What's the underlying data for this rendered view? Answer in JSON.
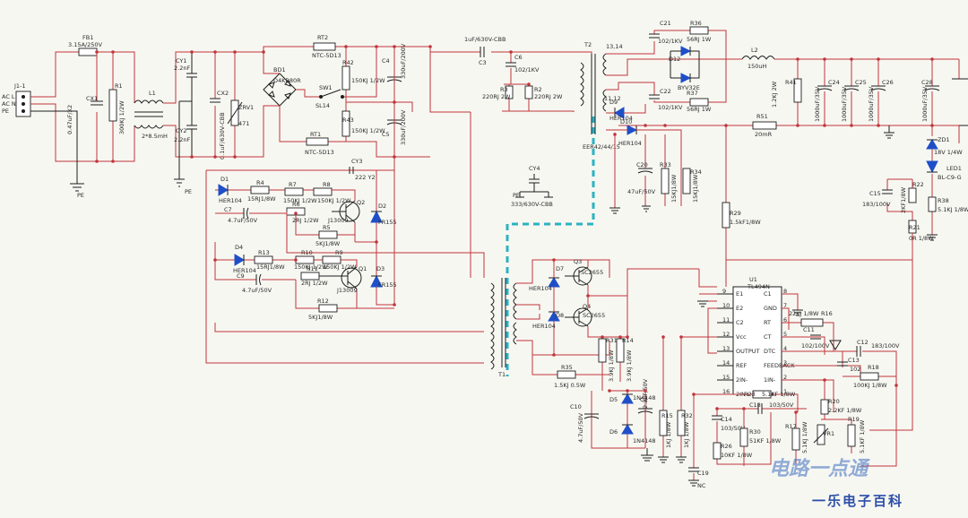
{
  "labels": {
    "j1": "J1-1",
    "ac_l": "AC L",
    "ac_n": "AC N",
    "pe_conn": "PE",
    "fb1": "FB1",
    "fb1_val": "3.15A/250V",
    "cx1": "CX1",
    "cx1_val": "0.47uF/X2",
    "r1": "R1",
    "r1_val": "300KJ 1/2W",
    "l1": "L1",
    "l1_val": "2*8.5mH",
    "cy1": "CY1",
    "cy1_val": "2.2nF",
    "cy2": "CY2",
    "cy2_val": "2.2nF",
    "cx2": "CX2",
    "cx2_val": "0.1uF/630V-CBB",
    "zrv1": "ZRV1",
    "zrv1_val": "471",
    "bd1": "BD1",
    "bd1_val": "D4KB80R",
    "rt2": "RT2",
    "rt2_val": "NTC-5D13",
    "rt1": "RT1",
    "rt1_val": "NTC-5D13",
    "r42": "R42",
    "r42_val": "150KJ 1/2W",
    "r43": "R43",
    "r43_val": "150KJ 1/2W",
    "sw1": "SW1",
    "sw1_val": "SL14",
    "c4": "C4",
    "c4_val": "330uF/200V",
    "c5": "C5",
    "c5_val": "330uF/200V",
    "pe1": "PE",
    "pe2": "PE",
    "c3": "C3",
    "c3_val": "1uF/630V-CBB",
    "c6": "C6",
    "c6_val": "102/1KV",
    "r3": "R3",
    "r3_val": "220RJ 2W",
    "r2": "R2",
    "r2_val": "220RJ 2W",
    "t2": "T2",
    "pin_13_14": "13,14",
    "pin_11_12": "11,12",
    "c21": "C21",
    "c21_val": "102/1KV",
    "r36": "R36",
    "r36_val": "56RJ 1W",
    "d12": "D12",
    "d12_val": "BYV32E",
    "c22": "C22",
    "c22_val": "102/1KV",
    "r37": "R37",
    "r37_val": "56RJ 1W",
    "l2": "L2",
    "l2_val": "150uH",
    "r41": "R41",
    "r41_val": "1.2KJ 2W",
    "c24": "C24",
    "c25": "C25",
    "c26": "C26",
    "c28": "C28",
    "c_bank_val": "1000uF/35V",
    "r51": "R51",
    "r51_val": "20mR",
    "d9": "D9",
    "d9_val": "HER104",
    "d10": "D10",
    "d10_val": "HER104",
    "eer": "EER42/44/15",
    "c20": "C20",
    "c20_val": "47uF/50V",
    "r33": "R33",
    "r33_val": "15KJ1/8W",
    "r34": "R34",
    "r34_val": "15KJ1/8W",
    "zd1": "ZD1",
    "zd1_val": "18V 1/4W",
    "led1": "LED1",
    "led1_val": "BL-C9-G",
    "c15": "C15",
    "c15_val": "183/100V",
    "r22": "R22",
    "r22_val": "2KF1/8W",
    "r38": "R38",
    "r38_val": "5.1KJ 1/8W",
    "r21": "R21",
    "r21_val": "0R 1/8W",
    "r29": "R29",
    "r29_val": "1.5kF1/8W",
    "cy4": "CY4",
    "cy4_val": "333/630V-CBB",
    "pe3": "PE",
    "cy3": "CY3",
    "cy3_val": "222 Y2",
    "d1": "D1",
    "d1_val": "HER104",
    "r4": "R4",
    "r4_val": "15RJ1/8W",
    "c7": "C7",
    "c7_val": "4.7uF/50V",
    "r7": "R7",
    "r7_val": "150KJ 1/2W",
    "r8": "R8",
    "r8_val": "150KJ 1/2W",
    "r6": "R6",
    "r6_val": "2RJ 1/2W",
    "q2": "Q2",
    "q2_val": "J13009",
    "d2": "D2",
    "d2_val": "FR155",
    "r5": "R5",
    "r5_val": "5KJ1/8W",
    "d4": "D4",
    "d4_val": "HER104",
    "r13": "R13",
    "r13_val": "15RJ1/8W",
    "c9": "C9",
    "c9_val": "4.7uF/50V",
    "r10": "R10",
    "r10_val": "150KJ 1/2W",
    "r9": "R9",
    "r9_val": "150KJ 1/2W",
    "r11": "R11",
    "r11_val": "2RJ 1/2W",
    "q1": "Q1",
    "q1_val": "J13009",
    "d3": "D3",
    "d3_val": "FR155",
    "r12": "R12",
    "r12_val": "5KJ1/8W",
    "t1": "T1",
    "q3": "Q3",
    "q3_val": "SC2655",
    "q4": "Q4",
    "q4_val": "SC2655",
    "d7": "D7",
    "d7_val": "HER104",
    "d8": "D8",
    "d8_val": "HER104",
    "r31": "R31",
    "r31_val": "3.9KJ 1/8W",
    "r14": "R14",
    "r14_val": "3.9KJ 1/8W",
    "r35": "R35",
    "r35_val": "1.5KJ 0.5W",
    "c10": "C10",
    "c10_val": "4.7uF/50V",
    "d5": "D5",
    "d5_val": "1N4148",
    "d6": "D6",
    "d6_val": "1N4148",
    "c2": "C2",
    "c2_val": "2.2uF/50V",
    "r15": "R15",
    "r15_val": "1KJ 1/8W",
    "r32": "R32",
    "r32_val": "1KJ 1/8W",
    "u1": "U1",
    "u1_val": "TL494N",
    "u1_pins_left": [
      "E1",
      "E2",
      "C2",
      "Vcc",
      "OUTPUT",
      "REF",
      "2IN-",
      "2IN+"
    ],
    "u1_pins_right": [
      "C1",
      "GND",
      "RT",
      "CT",
      "DTC",
      "FEEDBACK",
      "1IN-",
      "1IN+"
    ],
    "u1_num_left": [
      "9",
      "10",
      "11",
      "12",
      "13",
      "14",
      "15",
      "16"
    ],
    "u1_num_right": [
      "8",
      "7",
      "6",
      "5",
      "4",
      "3",
      "2",
      "1"
    ],
    "r16": "R16",
    "r16_val": "22KJ 1/8W",
    "c11": "C11",
    "c11_val": "102/100V",
    "c12": "C12",
    "c12_val": "183/100V",
    "c13": "C13",
    "c13_val": "102",
    "r18": "R18",
    "r18_val": "100KJ 1/8W",
    "r23": "R23",
    "r23_val": "5.1KF 1/8W",
    "c18": "C18",
    "c18_val": "103/50V",
    "c14": "C14",
    "c14_val": "103/50V",
    "r30": "R30",
    "r30_val": "51KF 1/8W",
    "r26": "R26",
    "r26_val": "10KF 1/8W",
    "r17": "R17",
    "r17_val": "5.1KJ 1/8W",
    "r20": "R20",
    "r20_val": "2.2KF 1/8W",
    "r19": "R19",
    "r19_val": "5.1KF 1/8W",
    "vr1": "VR1",
    "c19": "C19",
    "c19_val": "NC",
    "brand": "一乐电子百科",
    "logo_text": "电路一点通"
  }
}
